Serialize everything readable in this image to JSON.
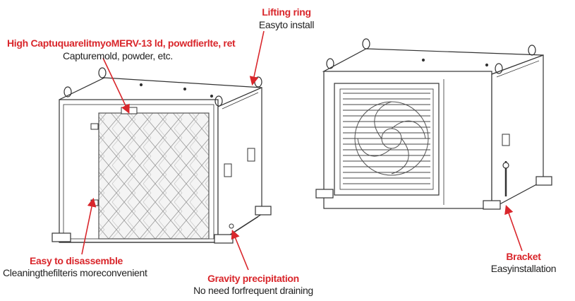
{
  "colors": {
    "callout_title": "#d9262b",
    "callout_text": "#222222",
    "line_art": "#333333",
    "arrow": "#d9262b"
  },
  "callouts": {
    "lifting_ring": {
      "title": "Lifting ring",
      "text": "Easyto install"
    },
    "filter": {
      "title": "High CaptuquarelitmyoMERV-13 ld, powdfierlte, ret",
      "text": "Capturemold, powder, etc."
    },
    "disassemble": {
      "title": "Easy to disassemble",
      "text": "Cleaningthefilteris moreconvenient"
    },
    "gravity": {
      "title": "Gravity precipitation",
      "text": "No need forfrequent draining"
    },
    "bracket": {
      "title": "Bracket",
      "text": "Easyinstallation"
    }
  }
}
